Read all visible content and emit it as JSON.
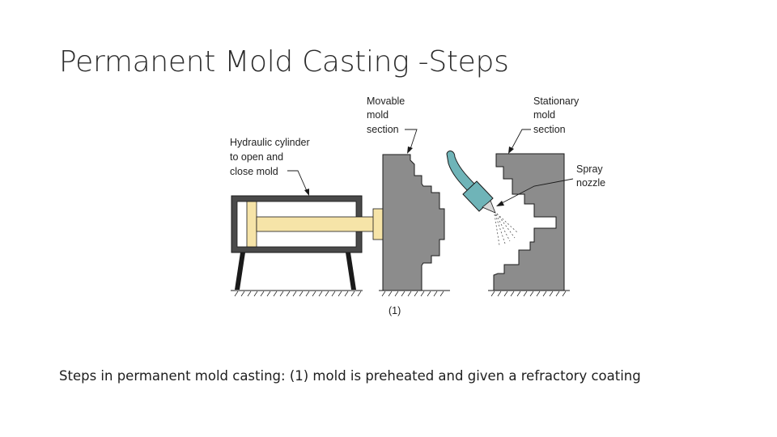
{
  "slide": {
    "title": "Permanent Mold Casting -Steps",
    "caption": "Steps in permanent mold casting: (1) mold is preheated and given a refractory coating"
  },
  "diagram": {
    "labels": {
      "movable": [
        "Movable",
        "mold",
        "section"
      ],
      "stationary": [
        "Stationary",
        "mold",
        "section"
      ],
      "hydraulic": [
        "Hydraulic cylinder",
        "to open and",
        "close mold"
      ],
      "spray": [
        "Spray",
        "nozzle"
      ],
      "step": "(1)"
    },
    "colors": {
      "mold": "#8c8c8c",
      "cylinder": "#4a4a4a",
      "piston": "#f6e4a8",
      "nozzle": "#6fb4b8",
      "outline": "#1a1a1a"
    }
  }
}
